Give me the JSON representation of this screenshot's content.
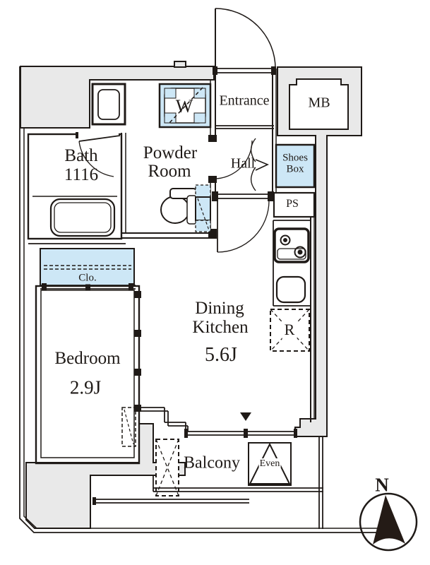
{
  "plan": {
    "rooms": {
      "bath": {
        "name": "Bath",
        "size": "1116"
      },
      "powder_room": {
        "line1": "Powder",
        "line2": "Room"
      },
      "entrance": {
        "name": "Entrance"
      },
      "hall": {
        "name": "Hall"
      },
      "dining_kitchen": {
        "line1": "Dining",
        "line2": "Kitchen",
        "size": "5.6J"
      },
      "bedroom": {
        "name": "Bedroom",
        "size": "2.9J"
      },
      "closet": {
        "name": "Clo."
      },
      "balcony": {
        "name": "Balcony"
      }
    },
    "fixtures": {
      "washing_machine": "W",
      "meter_box": "MB",
      "shoes_box_line1": "Shoes",
      "shoes_box_line2": "Box",
      "pipe_space": "PS",
      "refrigerator": "R",
      "evacuation_hatch": "Even"
    },
    "compass": {
      "north": "N"
    },
    "colors": {
      "line": "#1f1a17",
      "wall_fill": "#e9e9e9",
      "accent_blue": "#cde7f6"
    }
  }
}
